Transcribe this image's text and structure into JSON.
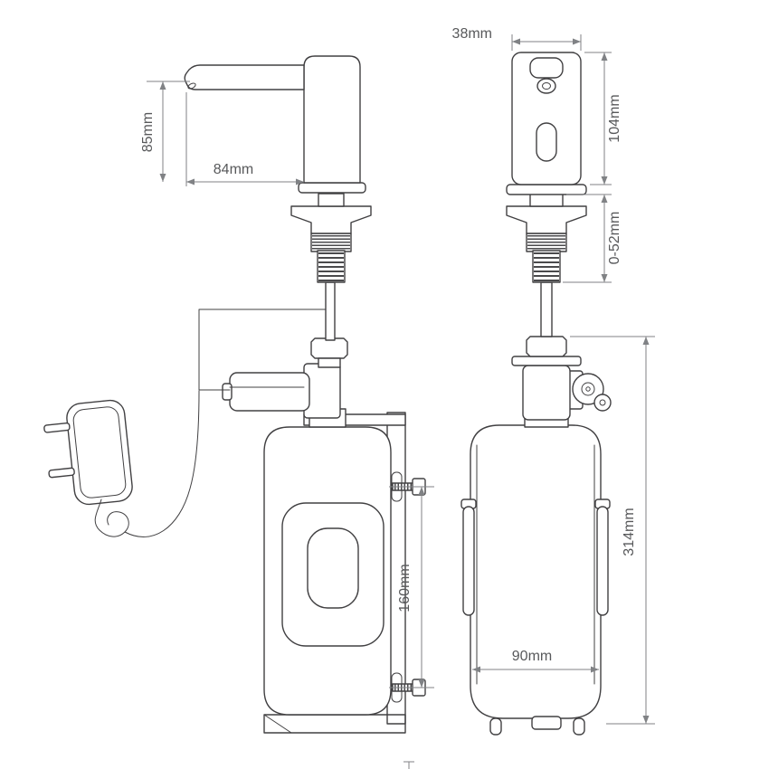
{
  "dimensions": {
    "spout_height": "85mm",
    "spout_reach": "84mm",
    "head_width": "38mm",
    "head_height": "104mm",
    "clamp_range": "0-52mm",
    "screw_spacing": "160mm",
    "unit_height": "314mm",
    "bottle_width": "90mm"
  },
  "colors": {
    "outline": "#414042",
    "dimension_lines": "#808285",
    "label_text": "#58595b",
    "background": "#ffffff"
  }
}
